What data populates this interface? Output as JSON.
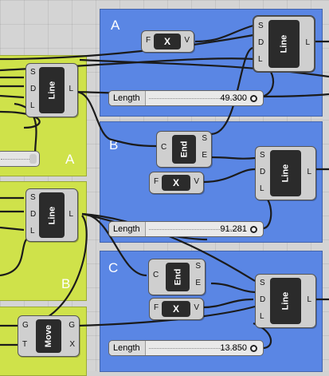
{
  "groups": {
    "left_a": {
      "label": "A"
    },
    "left_b": {
      "label": "B"
    },
    "blue_a": {
      "label": "A"
    },
    "blue_b": {
      "label": "B"
    },
    "blue_c": {
      "label": "C"
    }
  },
  "components": {
    "line": {
      "name": "Line",
      "inputs": [
        "S",
        "D",
        "L"
      ],
      "output": "L"
    },
    "end": {
      "name": "End",
      "input": "C",
      "outputs": [
        "S",
        "E"
      ]
    },
    "expression": {
      "input": "F",
      "name": "X",
      "output": "V"
    },
    "move": {
      "name": "Move",
      "inputs": [
        "G",
        "T"
      ],
      "outputs": [
        "G",
        "X"
      ]
    }
  },
  "sliders": {
    "a": {
      "label": "Length",
      "value": "49.300"
    },
    "b": {
      "label": "Length",
      "value": "91.281"
    },
    "c": {
      "label": "Length",
      "value": "13.850"
    }
  },
  "colors": {
    "group_yellow": "#cfe24a",
    "group_blue": "#5a86e4",
    "wire": "#1b1b1b",
    "component_core": "#2b2b2b"
  }
}
